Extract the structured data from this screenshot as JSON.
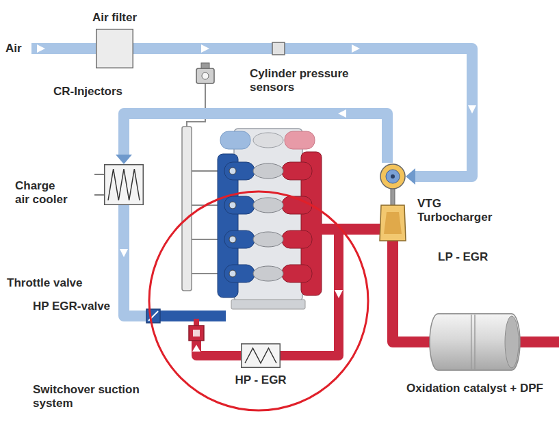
{
  "diagram": {
    "nodes": [
      {
        "text": [
          "Air filter"
        ]
      },
      {
        "text": [
          "Charge air cooler"
        ]
      },
      {
        "text": [
          "VTG Turbocharger"
        ]
      },
      {
        "text": [
          "HP - EGR"
        ]
      },
      {
        "text": [
          "Oxidation catalyst + DPF"
        ]
      }
    ],
    "edges": [
      {
        "from": 0,
        "to": 2,
        "arrow": "to"
      },
      {
        "from": 2,
        "to": 1,
        "arrow": "to"
      },
      {
        "from": 2,
        "to": 4,
        "arrow": "none"
      }
    ],
    "labels": [
      "Air",
      "Cylinder pressure sensors",
      "CR-Injectors",
      "LP - EGR",
      "Throttle valve",
      "HP EGR-valve",
      "Switchover suction system"
    ]
  }
}
